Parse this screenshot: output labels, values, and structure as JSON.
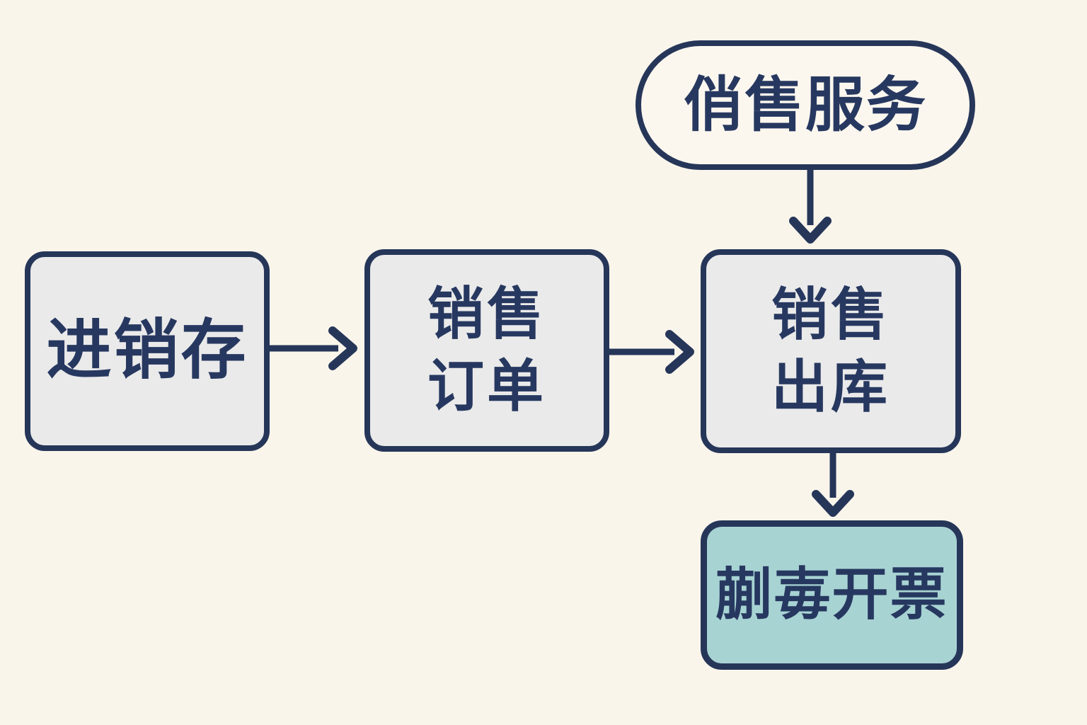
{
  "diagram": {
    "type": "flowchart",
    "title": "",
    "colors": {
      "background": "#FAF5EB",
      "stroke": "#263659",
      "text": "#273860",
      "node_fill_gray": "#EAEAEA",
      "node_fill_cream": "#FBF7EF",
      "node_fill_teal": "#A8D3D3"
    },
    "nodes": {
      "inventory": {
        "label": "进销存",
        "shape": "rounded-rect",
        "fill": "#EAEAEA"
      },
      "sales_order": {
        "line1": "销售",
        "line2": "订单",
        "shape": "rounded-rect",
        "fill": "#EAEAEA"
      },
      "sales_outbound": {
        "line1": "销售",
        "line2": "出库",
        "shape": "rounded-rect",
        "fill": "#EAEAEA"
      },
      "sales_service": {
        "label": "俏售服务",
        "shape": "stadium",
        "fill": "#FBF7EF"
      },
      "invoicing": {
        "label": "蒯毐开票",
        "shape": "rounded-rect",
        "fill": "#A8D3D3"
      }
    },
    "edges": [
      {
        "from": "inventory",
        "to": "sales_order",
        "direction": "right"
      },
      {
        "from": "sales_order",
        "to": "sales_outbound",
        "direction": "right"
      },
      {
        "from": "sales_service",
        "to": "sales_outbound",
        "direction": "down"
      },
      {
        "from": "sales_outbound",
        "to": "invoicing",
        "direction": "down"
      }
    ]
  }
}
